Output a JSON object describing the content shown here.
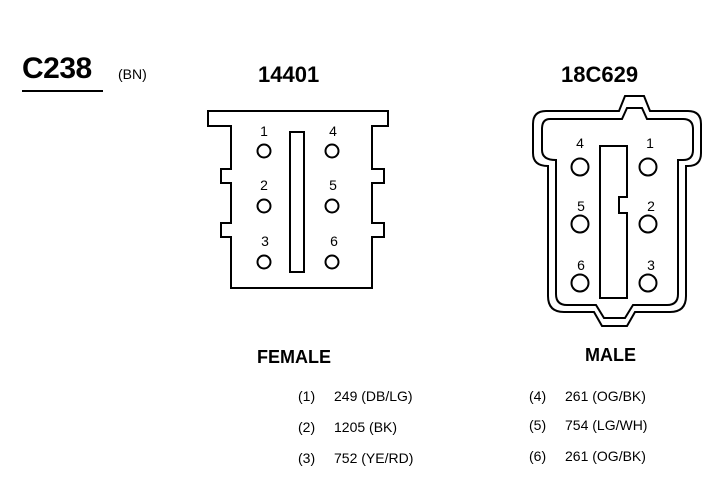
{
  "connector": {
    "id": "C238",
    "color_code": "(BN)"
  },
  "left_connector": {
    "part_number": "14401",
    "gender": "FEMALE",
    "pin_labels": [
      "1",
      "4",
      "2",
      "5",
      "3",
      "6"
    ],
    "wires": [
      {
        "pin": "(1)",
        "circuit": "249 (DB/LG)"
      },
      {
        "pin": "(2)",
        "circuit": "1205 (BK)"
      },
      {
        "pin": "(3)",
        "circuit": "752 (YE/RD)"
      }
    ]
  },
  "right_connector": {
    "part_number": "18C629",
    "gender": "MALE",
    "pin_labels": [
      "4",
      "1",
      "5",
      "2",
      "6",
      "3"
    ],
    "wires": [
      {
        "pin": "(4)",
        "circuit": "261 (OG/BK)"
      },
      {
        "pin": "(5)",
        "circuit": "754 (LG/WH)"
      },
      {
        "pin": "(6)",
        "circuit": "261 (OG/BK)"
      }
    ]
  }
}
